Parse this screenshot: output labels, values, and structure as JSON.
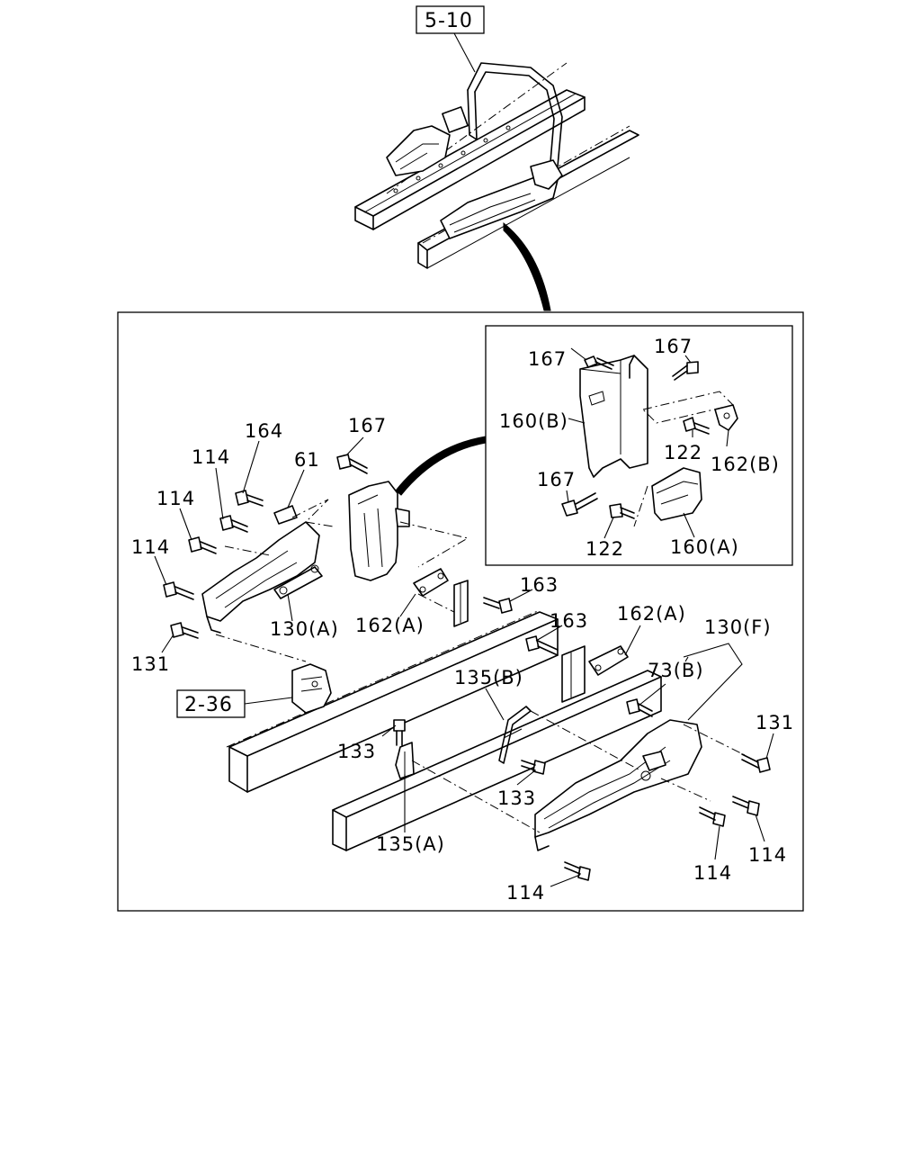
{
  "references": {
    "top": "5-10",
    "left": "2-36"
  },
  "callouts": {
    "c167_inset_top": "167",
    "c167_inset_right": "167",
    "c160b": "160(B)",
    "c122_upper": "122",
    "c162b": "162(B)",
    "c167_inset_bottom": "167",
    "c122_lower": "122",
    "c160a": "160(A)",
    "c164": "164",
    "c61": "61",
    "c167_main": "167",
    "c114_a": "114",
    "c114_b": "114",
    "c114_c": "114",
    "c130a": "130(A)",
    "c162a_left": "162(A)",
    "c163_left": "163",
    "c131_left": "131",
    "c163_right": "163",
    "c162a_right": "162(A)",
    "c130f": "130(F)",
    "c135b": "135(B)",
    "c73b": "73(B)",
    "c131_right": "131",
    "c133_left": "133",
    "c133_right": "133",
    "c135a": "135(A)",
    "c114_d": "114",
    "c114_e": "114",
    "c114_f": "114"
  }
}
